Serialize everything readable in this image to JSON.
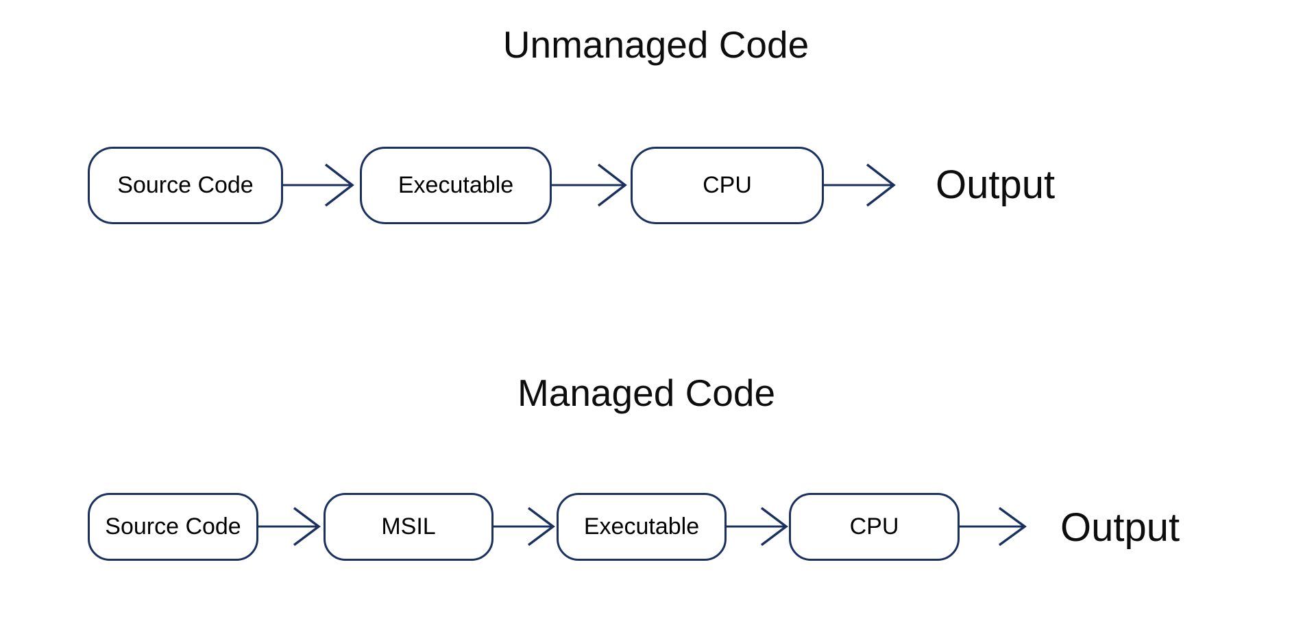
{
  "diagram": {
    "background_color": "#ffffff",
    "node_border_color": "#1a3160",
    "arrow_color": "#1a3160",
    "text_color": "#000000",
    "sections": [
      {
        "title": "Unmanaged Code",
        "nodes": [
          "Source Code",
          "Executable",
          "CPU"
        ],
        "output_label": "Output"
      },
      {
        "title": "Managed Code",
        "nodes": [
          "Source Code",
          "MSIL",
          "Executable",
          "CPU"
        ],
        "output_label": "Output"
      }
    ]
  }
}
